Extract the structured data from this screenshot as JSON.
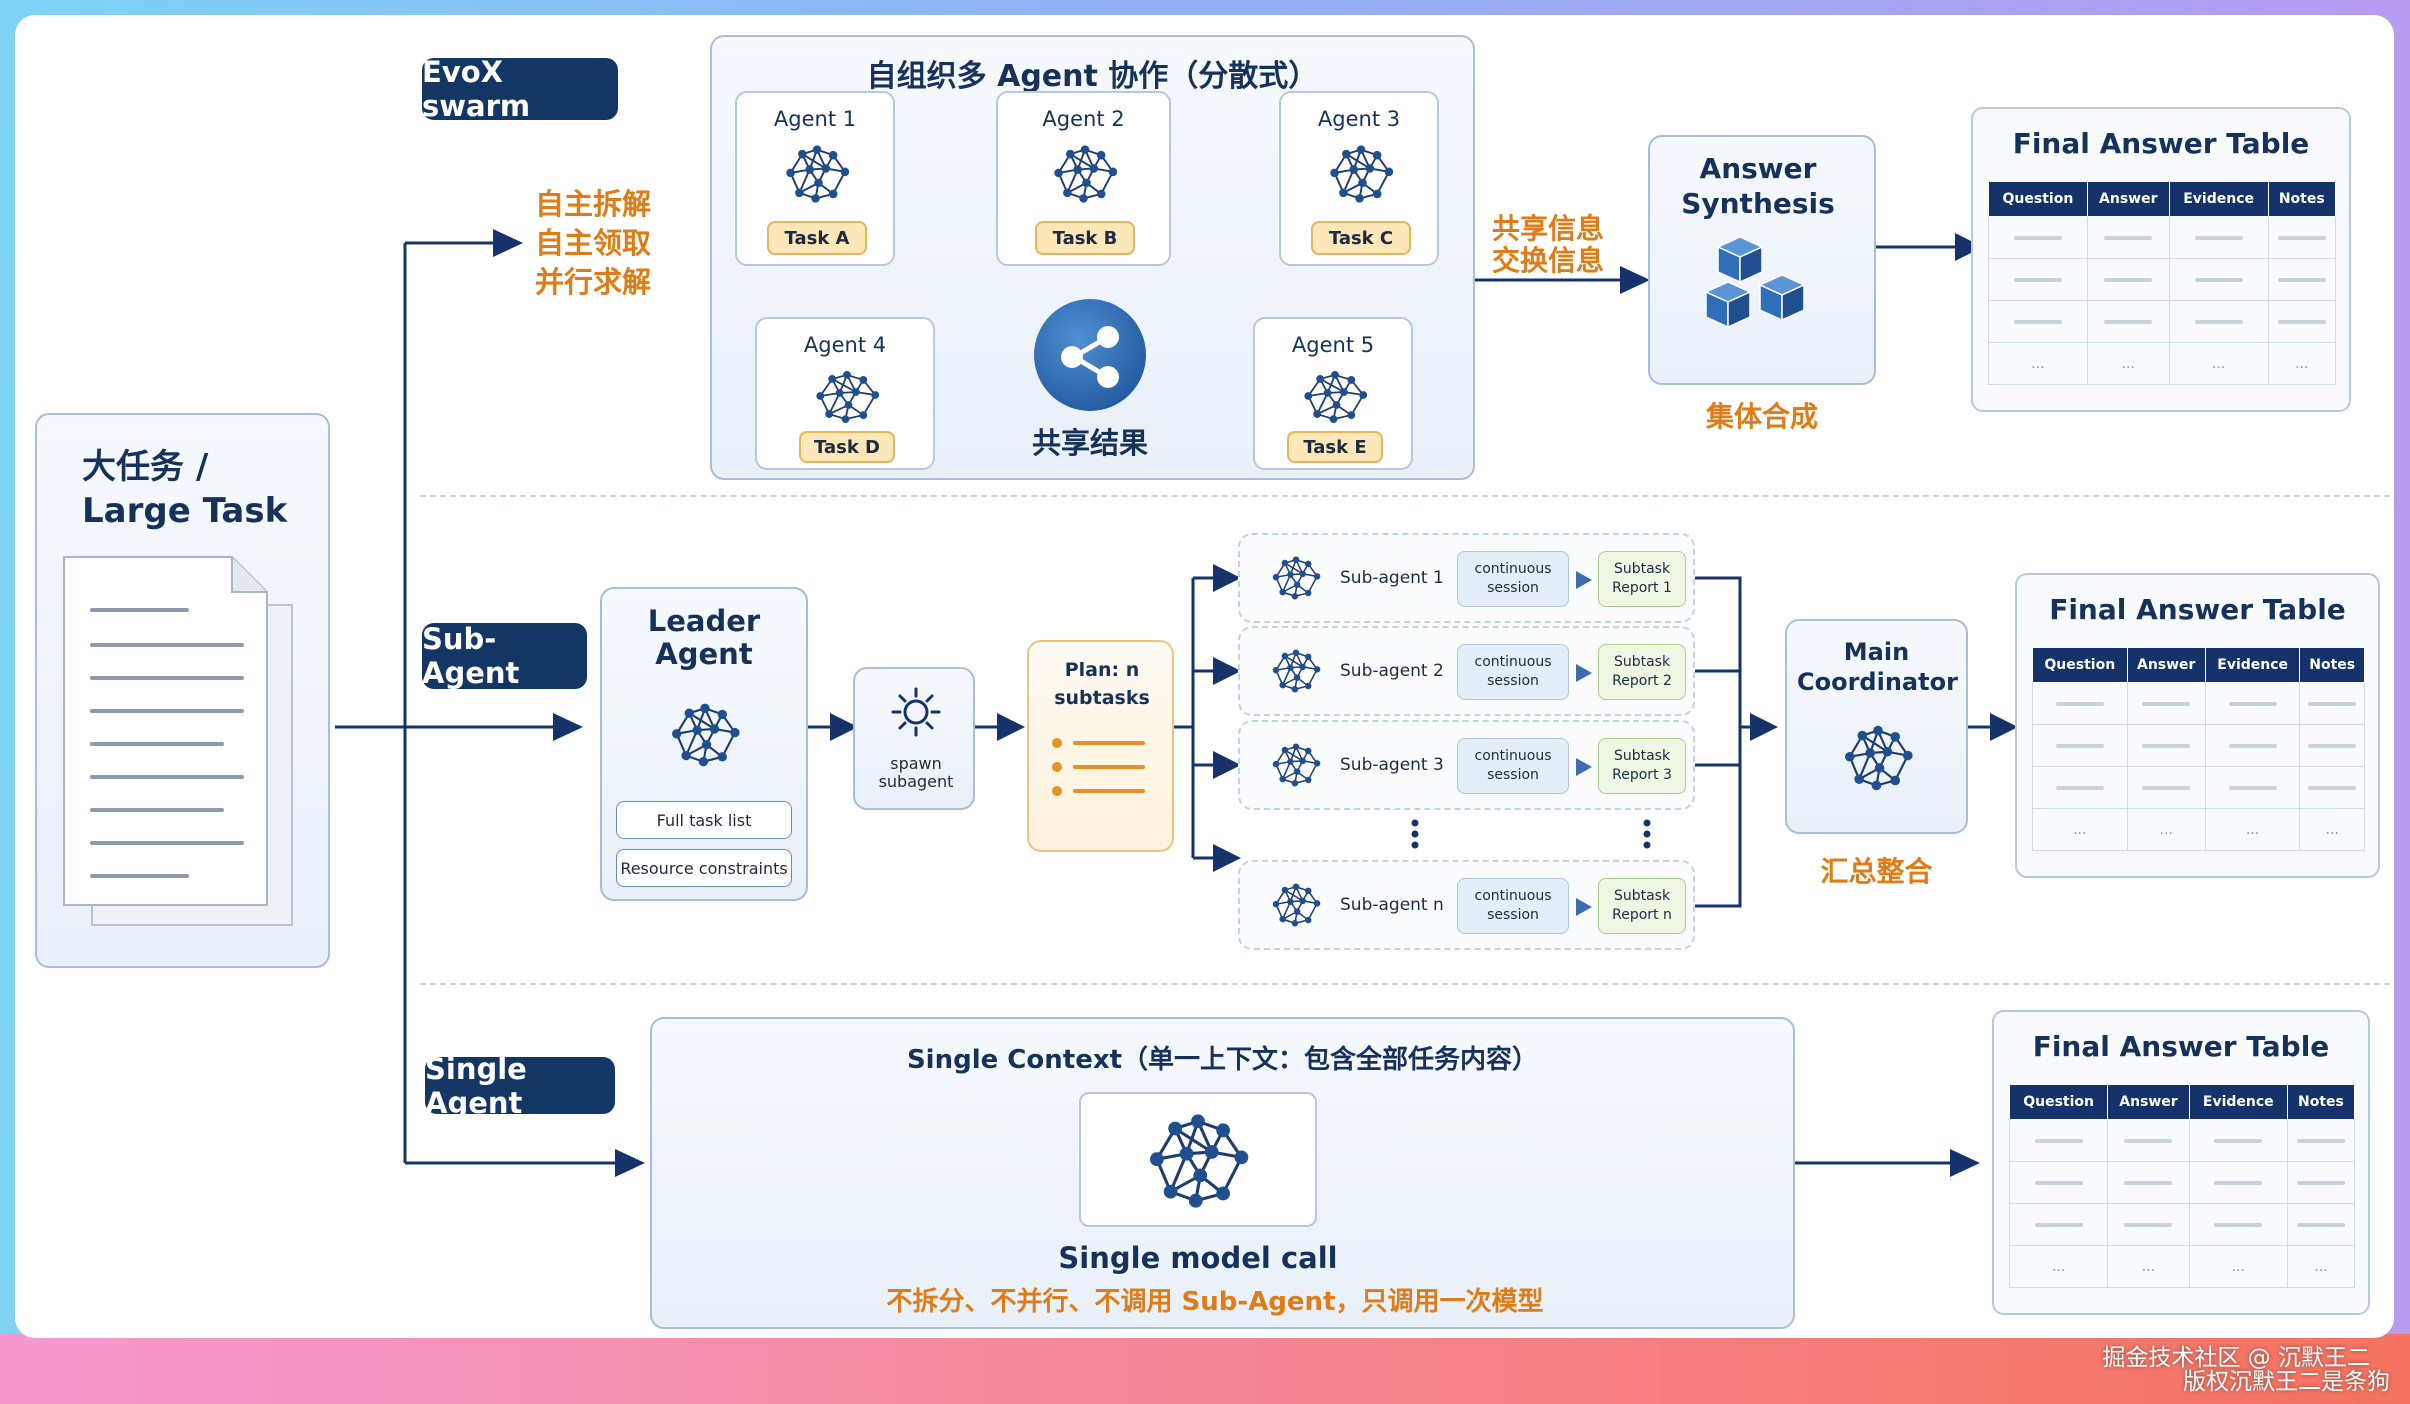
{
  "large_task": {
    "title_line1": "大任务 /",
    "title_line2": "Large Task"
  },
  "evox": {
    "tag": "EvoX swarm",
    "panel_title": "自组织多 Agent 协作（分散式）",
    "side_labels": [
      "自主拆解",
      "自主领取",
      "并行求解"
    ],
    "agents": [
      {
        "name": "Agent 1",
        "task": "Task A"
      },
      {
        "name": "Agent 2",
        "task": "Task B"
      },
      {
        "name": "Agent 3",
        "task": "Task C"
      },
      {
        "name": "Agent 4",
        "task": "Task D"
      },
      {
        "name": "Agent 5",
        "task": "Task E"
      }
    ],
    "hub_label": "共享结果",
    "exchange_labels": [
      "共享信息",
      "交换信息"
    ],
    "synthesis_title": "Answer Synthesis",
    "synthesis_caption": "集体合成"
  },
  "subagent": {
    "tag": "Sub-Agent",
    "leader_title": "Leader Agent",
    "leader_items": [
      "Full task list",
      "Resource constraints"
    ],
    "spawn_label": "spawn subagent",
    "plan_label": "Plan: n subtasks",
    "rows": [
      {
        "name": "Sub-agent 1",
        "session": "continuous session",
        "report": "Subtask Report 1"
      },
      {
        "name": "Sub-agent 2",
        "session": "continuous session",
        "report": "Subtask Report 2"
      },
      {
        "name": "Sub-agent 3",
        "session": "continuous session",
        "report": "Subtask Report 3"
      },
      {
        "name": "Sub-agent n",
        "session": "continuous session",
        "report": "Subtask Report n"
      }
    ],
    "coordinator_title": "Main Coordinator",
    "coordinator_caption": "汇总整合"
  },
  "single": {
    "tag": "Single Agent",
    "panel_title": "Single Context（单一上下文：包含全部任务内容）",
    "model_label": "Single model call",
    "note": "不拆分、不并行、不调用 Sub-Agent，只调用一次模型"
  },
  "final_table": {
    "title": "Final Answer Table",
    "columns": [
      "Question",
      "Answer",
      "Evidence",
      "Notes"
    ],
    "ellipsis": "..."
  },
  "watermark": {
    "line1": "掘金技术社区 @ 沉默王二",
    "line2": "版权沉默王二是条狗"
  },
  "colors": {
    "navy": "#133665",
    "orange": "#e07c17",
    "accent_blue": "#2f6fba"
  }
}
